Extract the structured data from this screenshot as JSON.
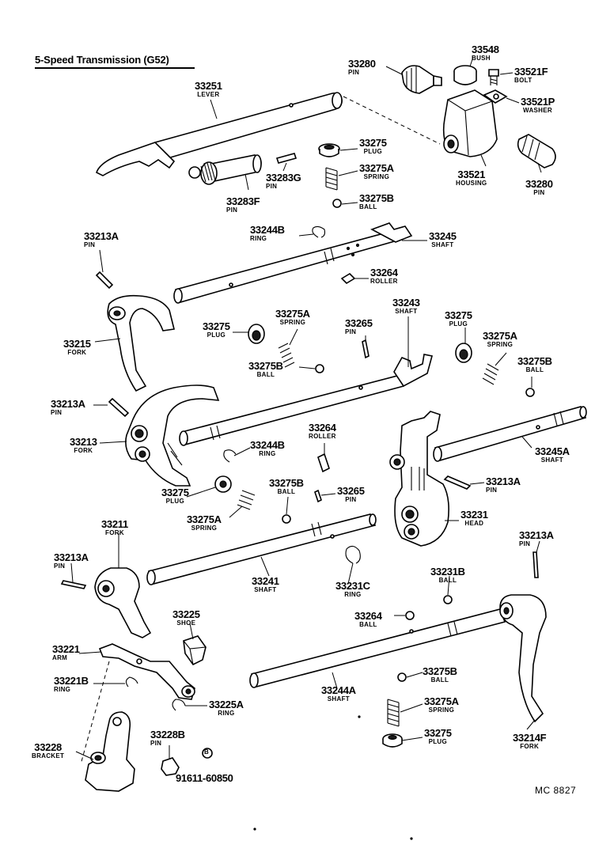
{
  "title": "5-Speed Transmission (G52)",
  "drawing_code": "MC  8827",
  "callouts": [
    {
      "num": "33251",
      "name": "LEVER"
    },
    {
      "num": "33280",
      "name": "PIN"
    },
    {
      "num": "33548",
      "name": "BUSH"
    },
    {
      "num": "33521F",
      "name": "BOLT"
    },
    {
      "num": "33521P",
      "name": "WASHER"
    },
    {
      "num": "33521",
      "name": "HOUSING"
    },
    {
      "num": "33280",
      "name": "PIN"
    },
    {
      "num": "33275",
      "name": "PLUG"
    },
    {
      "num": "33275A",
      "name": "SPRING"
    },
    {
      "num": "33275B",
      "name": "BALL"
    },
    {
      "num": "33283G",
      "name": "PIN"
    },
    {
      "num": "33283F",
      "name": "PIN"
    },
    {
      "num": "33213A",
      "name": "PIN"
    },
    {
      "num": "33244B",
      "name": "RING"
    },
    {
      "num": "33245",
      "name": "SHAFT"
    },
    {
      "num": "33264",
      "name": "ROLLER"
    },
    {
      "num": "33215",
      "name": "FORK"
    },
    {
      "num": "33275",
      "name": "PLUG"
    },
    {
      "num": "33275A",
      "name": "SPRING"
    },
    {
      "num": "33275B",
      "name": "BALL"
    },
    {
      "num": "33265",
      "name": "PIN"
    },
    {
      "num": "33243",
      "name": "SHAFT"
    },
    {
      "num": "33275",
      "name": "PLUG"
    },
    {
      "num": "33275A",
      "name": "SPRING"
    },
    {
      "num": "33275B",
      "name": "BALL"
    },
    {
      "num": "33213A",
      "name": "PIN"
    },
    {
      "num": "33213",
      "name": "FORK"
    },
    {
      "num": "33244B",
      "name": "RING"
    },
    {
      "num": "33264",
      "name": "ROLLER"
    },
    {
      "num": "33245A",
      "name": "SHAFT"
    },
    {
      "num": "33213A",
      "name": "PIN"
    },
    {
      "num": "33275",
      "name": "PLUG"
    },
    {
      "num": "33275B",
      "name": "BALL"
    },
    {
      "num": "33265",
      "name": "PIN"
    },
    {
      "num": "33275A",
      "name": "SPRING"
    },
    {
      "num": "33231",
      "name": "HEAD"
    },
    {
      "num": "33211",
      "name": "FORK"
    },
    {
      "num": "33213A",
      "name": "PIN"
    },
    {
      "num": "33241",
      "name": "SHAFT"
    },
    {
      "num": "33231C",
      "name": "RING"
    },
    {
      "num": "33213A",
      "name": "PIN"
    },
    {
      "num": "33231B",
      "name": "BALL"
    },
    {
      "num": "33225",
      "name": "SHOE"
    },
    {
      "num": "33221",
      "name": "ARM"
    },
    {
      "num": "33264",
      "name": "BALL"
    },
    {
      "num": "33221B",
      "name": "RING"
    },
    {
      "num": "33275B",
      "name": "BALL"
    },
    {
      "num": "33244A",
      "name": "SHAFT"
    },
    {
      "num": "33225A",
      "name": "RING"
    },
    {
      "num": "33275A",
      "name": "SPRING"
    },
    {
      "num": "33228B",
      "name": "PIN"
    },
    {
      "num": "33275",
      "name": "PLUG"
    },
    {
      "num": "33214F",
      "name": "FORK"
    },
    {
      "num": "33228",
      "name": "BRACKET"
    }
  ],
  "part_number_note": "91611-60850",
  "bolt_marker": "B"
}
